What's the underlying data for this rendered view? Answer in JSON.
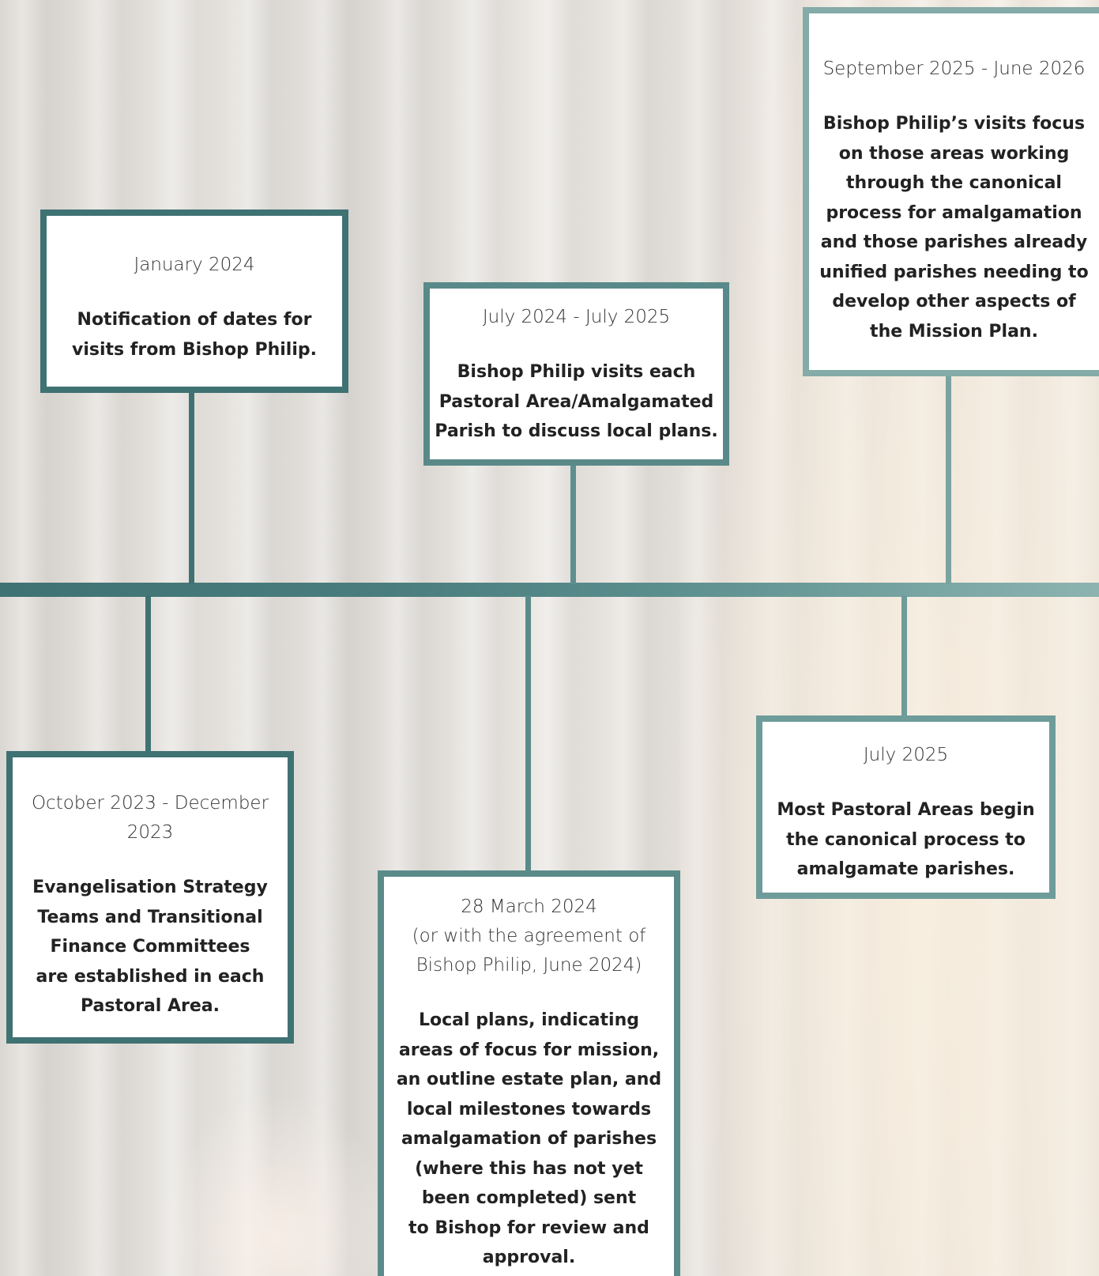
{
  "timeline": {
    "events": [
      {
        "id": "oct-2023",
        "date": "October 2023 - December\n2023",
        "description": "Evangelisation Strategy\nTeams and Transitional\nFinance Committees\nare established in each\nPastoral Area."
      },
      {
        "id": "jan-2024",
        "date": "January 2024",
        "description": "Notification of dates for\nvisits from Bishop Philip."
      },
      {
        "id": "mar-2024",
        "date": "28 March 2024\n(or with the agreement of\nBishop Philip, June 2024)",
        "description": "Local plans, indicating\nareas of focus for mission,\nan outline estate plan, and\nlocal milestones towards\namalgamation of parishes\n(where this has not yet\nbeen completed) sent\nto Bishop for review and\napproval."
      },
      {
        "id": "jul-2024",
        "date": "July 2024 - July 2025",
        "description": "Bishop Philip visits each\nPastoral Area/Amalgamated\nParish to discuss local plans."
      },
      {
        "id": "jul-2025",
        "date": "July 2025",
        "description": "Most Pastoral Areas begin\nthe canonical process to\namalgamate parishes."
      },
      {
        "id": "sep-2025",
        "date": "September 2025 - June 2026",
        "description": "Bishop Philip’s visits focus\non those areas working\nthrough the canonical\nprocess for amalgamation\nand those parishes already\nunified parishes needing to\ndevelop other aspects of\nthe Mission Plan."
      }
    ]
  },
  "colors": {
    "dark_teal": "#3f7273",
    "mid_teal": "#4f8483",
    "light_teal": "#6e9c9a",
    "pale_teal": "#84aba8"
  }
}
